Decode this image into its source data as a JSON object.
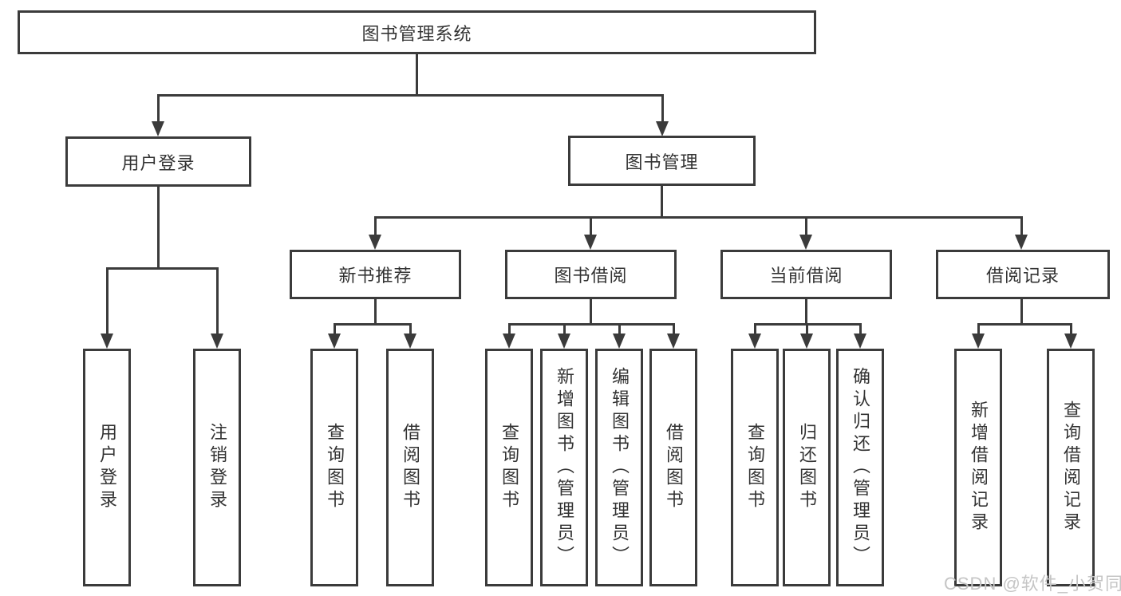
{
  "nodes": {
    "root": {
      "label": "图书管理系统"
    },
    "user_login": {
      "label": "用户登录"
    },
    "book_mgmt": {
      "label": "图书管理"
    },
    "new_book_rec": {
      "label": "新书推荐"
    },
    "book_borrow": {
      "label": "图书借阅"
    },
    "current_borrow": {
      "label": "当前借阅"
    },
    "borrow_records": {
      "label": "借阅记录"
    },
    "leaf_user_login": {
      "label": "用户登录"
    },
    "leaf_logout_login": {
      "label": "注销登录"
    },
    "leaf_query_book_rec": {
      "label": "查询图书"
    },
    "leaf_borrow_book_rec": {
      "label": "借阅图书"
    },
    "leaf_query_book_borrow": {
      "label": "查询图书"
    },
    "leaf_add_book_admin": {
      "label": "新增图书（管理员）"
    },
    "leaf_edit_book_admin": {
      "label": "编辑图书（管理员）"
    },
    "leaf_borrow_book_borrow": {
      "label": "借阅图书"
    },
    "leaf_query_book_current": {
      "label": "查询图书"
    },
    "leaf_return_book": {
      "label": "归还图书"
    },
    "leaf_confirm_return_admin": {
      "label": "确认归还（管理员）"
    },
    "leaf_add_borrow_record": {
      "label": "新增借阅记录"
    },
    "leaf_query_borrow_record": {
      "label": "查询借阅记录"
    }
  },
  "watermark": {
    "text": "CSDN @软件_小贺同学"
  },
  "colors": {
    "line": "#3b3b3b",
    "box_border": "#3b3b3b",
    "text": "#333333",
    "watermark": "#c5c5c5",
    "background": "#ffffff"
  }
}
